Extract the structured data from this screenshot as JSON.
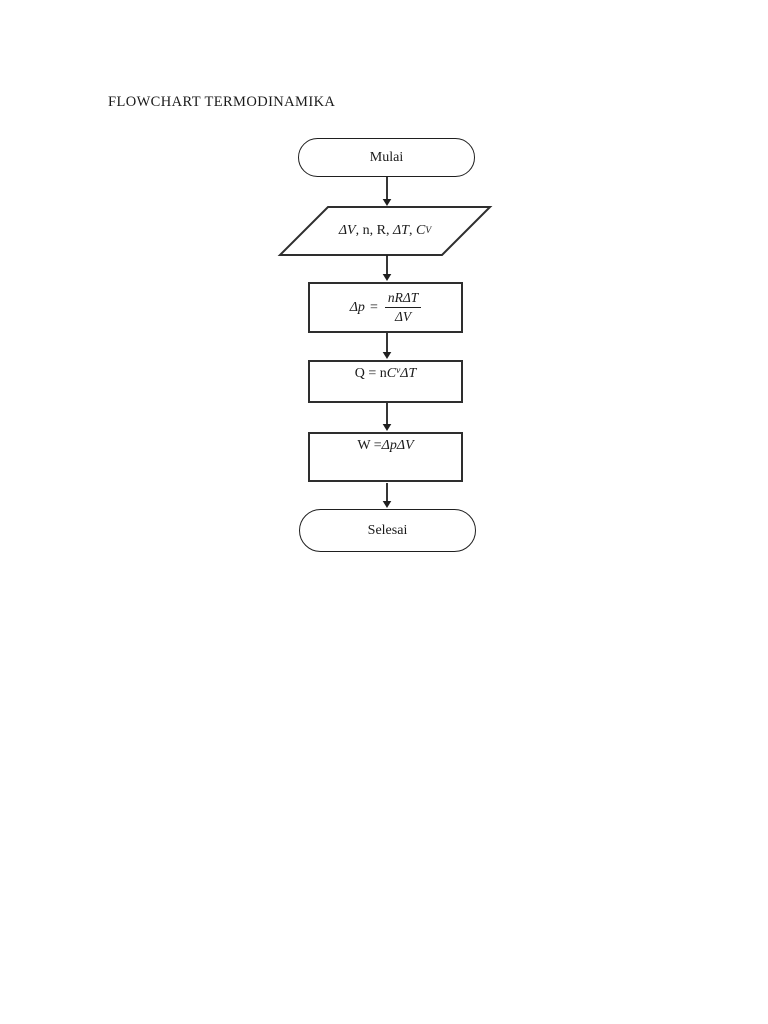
{
  "colors": {
    "ink": "#1f1f1f",
    "page_background": "#ffffff"
  },
  "document": {
    "title": "FLOWCHART TERMODINAMIKA"
  },
  "flowchart": {
    "start": {
      "shape": "terminator",
      "label": "Mulai"
    },
    "input": {
      "shape": "parallelogram",
      "r1": "ΔV",
      "r2": ", n, R, ",
      "r3": "ΔT",
      "r4": ", ",
      "r5": "C",
      "r5sub": "V"
    },
    "process1": {
      "shape": "process",
      "lhs": "Δp",
      "eq": "=",
      "num": "nRΔT",
      "den": "ΔV"
    },
    "process2": {
      "shape": "process",
      "r1": "Q = n",
      "r2": "C",
      "r2sub": "v",
      "r3": "ΔT"
    },
    "process3": {
      "shape": "process",
      "r1": "W = ",
      "r2": "ΔpΔV"
    },
    "end": {
      "shape": "terminator",
      "label": "Selesai"
    }
  }
}
